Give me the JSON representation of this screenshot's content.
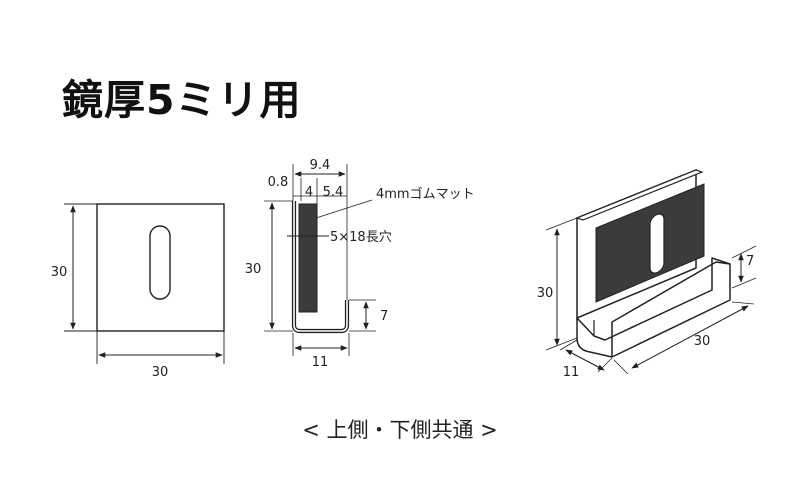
{
  "title": "鏡厚5ミリ用",
  "front_view": {
    "height_label": "30",
    "width_label": "30"
  },
  "side_view": {
    "total_width_label": "9.4",
    "thickness_label": "0.8",
    "rubber_label": "4",
    "gap_label": "5.4",
    "height_label": "30",
    "lip_label": "7",
    "depth_label": "11",
    "rubber_note": "4mmゴムマット",
    "hole_note": "5×18長穴"
  },
  "iso_view": {
    "height_label": "30",
    "lip_label": "7",
    "depth_label": "11",
    "length_label": "30"
  },
  "caption": "< 上側・下側共通 >",
  "colors": {
    "line": "#222222",
    "rubber": "#3b3b3b",
    "hole": "#ffffff"
  }
}
